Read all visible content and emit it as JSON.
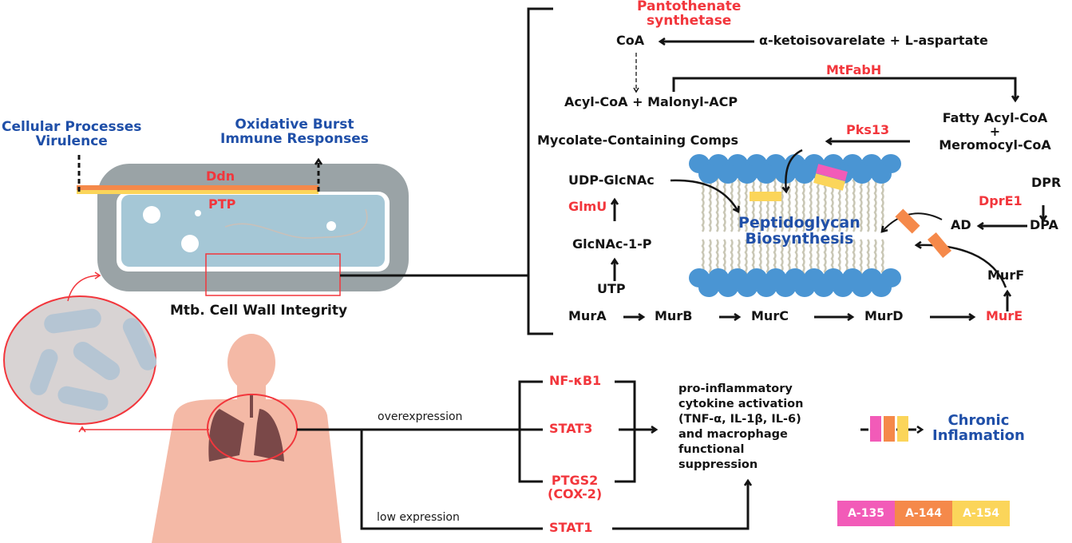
{
  "colors": {
    "red": "#f2363c",
    "blue": "#1f4fa8",
    "black": "#141414",
    "pink": "#f25bb8",
    "orange": "#f5894a",
    "yellow": "#fbd55a",
    "cell_wall": "#9aa3a6",
    "cytoplasm": "#a5c7d6",
    "membrane_head": "#4a95d3",
    "skin": "#f4b9a6",
    "lung": "#7a4848"
  },
  "bacterium": {
    "left_label_line1": "Cellular Processes",
    "left_label_line2": "Virulence",
    "right_label_line1": "Oxidative Burst",
    "right_label_line2": "Immune Responses",
    "ddn": "Ddn",
    "ptp": "PTP",
    "caption": "Mtb. Cell Wall Integrity"
  },
  "pathway": {
    "pantothenate_line1": "Pantothenate",
    "pantothenate_line2": "synthetase",
    "coa": "CoA",
    "keto": "α-ketoisovarelate + L-aspartate",
    "mtfabh": "MtFabH",
    "acyl": "Acyl-CoA + Malonyl-ACP",
    "fatty1": "Fatty Acyl-CoA",
    "fatty_plus": "+",
    "fatty2": "Meromocyl-CoA",
    "pks13": "Pks13",
    "mycolate": "Mycolate-Containing Comps",
    "udp": "UDP-GlcNAc",
    "glmu": "GlmU",
    "glcnac1p": "GlcNAc-1-P",
    "utp": "UTP",
    "dpr": "DPR",
    "dpre1": "DprE1",
    "dpa": "DPA",
    "ad": "AD",
    "pg_line1": "Peptidoglycan",
    "pg_line2": "Biosynthesis",
    "murf": "MurF",
    "mura": "MurA",
    "murb": "MurB",
    "murc": "MurC",
    "murd": "MurD",
    "mure": "MurE"
  },
  "host": {
    "overexpression": "overexpression",
    "low_expression": "low expression",
    "nfkb1": "NF-κB1",
    "stat3": "STAT3",
    "ptgs2_line1": "PTGS2",
    "ptgs2_line2": "(COX-2)",
    "stat1": "STAT1",
    "cytokine_lines": [
      "pro-inflammatory",
      "cytokine activation",
      "(TNF-α, IL-1β, IL-6)",
      "and macrophage",
      "functional",
      "suppression"
    ],
    "chronic_line1": "Chronic",
    "chronic_line2": "Inflamation"
  },
  "legend": [
    {
      "label": "A-135",
      "color": "#f25bb8"
    },
    {
      "label": "A-144",
      "color": "#f5894a"
    },
    {
      "label": "A-154",
      "color": "#fbd55a"
    }
  ]
}
